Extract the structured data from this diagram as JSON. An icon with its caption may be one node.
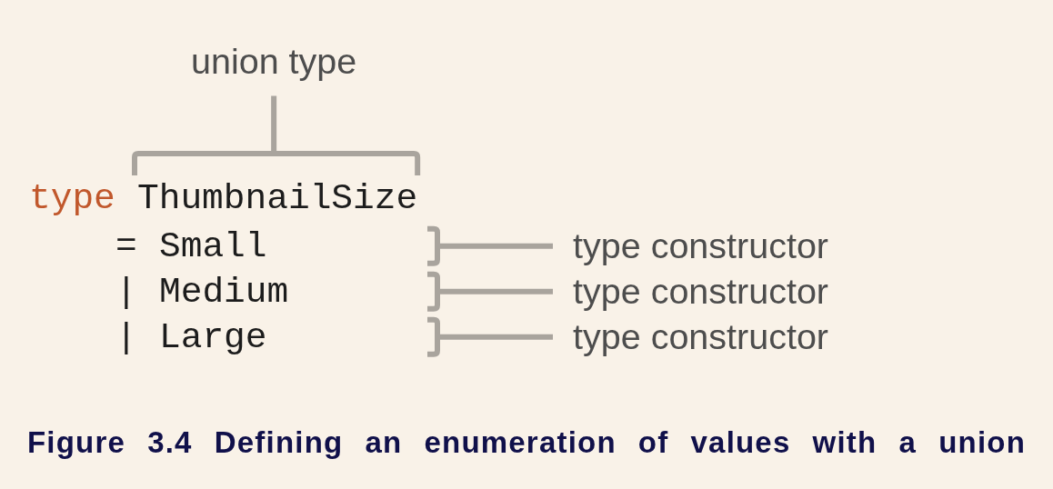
{
  "diagram": {
    "caption": "Figure 3.4 Defining an enumeration of values with a union",
    "nodes": [
      {
        "text": [
          "union type"
        ]
      },
      {
        "text": [
          "ThumbnailSize"
        ]
      },
      {
        "text": [
          "type constructor"
        ]
      },
      {
        "text": [
          "type constructor"
        ]
      },
      {
        "text": [
          "type constructor"
        ]
      }
    ],
    "edges": [
      {
        "from": 0,
        "to": 1,
        "arrow": "none"
      },
      {
        "from": 2,
        "to": null,
        "arrow": "none"
      },
      {
        "from": 3,
        "to": null,
        "arrow": "none"
      },
      {
        "from": 4,
        "to": null,
        "arrow": "none"
      }
    ],
    "labels": [
      "type",
      "=",
      "Small",
      "|",
      "Medium",
      "|",
      "Large"
    ]
  }
}
